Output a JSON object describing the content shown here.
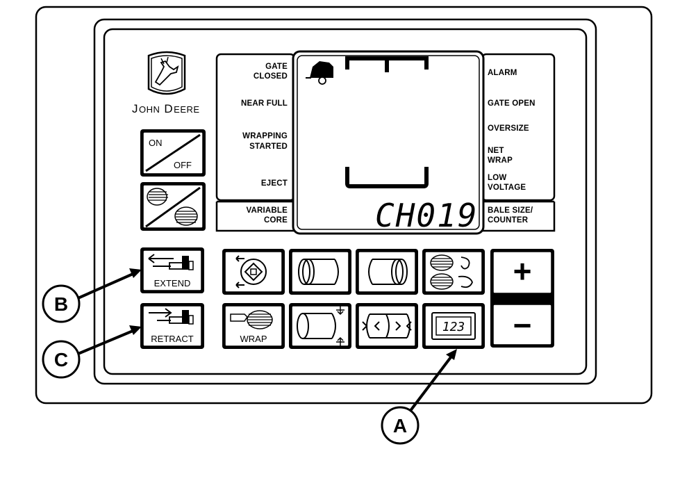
{
  "brand": {
    "name_first_letter": "J",
    "name_first_rest": "OHN",
    "name_second_letter": "D",
    "name_second_rest": "EERE"
  },
  "left_labels": {
    "gate_closed_1": "GATE",
    "gate_closed_2": "CLOSED",
    "near_full": "NEAR FULL",
    "wrapping_started_1": "WRAPPING",
    "wrapping_started_2": "STARTED",
    "eject": "EJECT",
    "variable_core_1": "VARIABLE",
    "variable_core_2": "CORE"
  },
  "right_labels": {
    "alarm": "ALARM",
    "gate_open": "GATE OPEN",
    "oversize": "OVERSIZE",
    "net_wrap_1": "NET",
    "net_wrap_2": "WRAP",
    "low_voltage_1": "LOW",
    "low_voltage_2": "VOLTAGE",
    "bale_size_1": "BALE SIZE/",
    "bale_size_2": "COUNTER"
  },
  "display": {
    "readout": "CH019"
  },
  "buttons": {
    "on_label": "ON",
    "off_label": "OFF",
    "extend_label": "EXTEND",
    "retract_label": "RETRACT",
    "wrap_label": "WRAP",
    "plus_label": "+",
    "minus_label": "−",
    "counter_readout": "123"
  },
  "callouts": {
    "a": "A",
    "b": "B",
    "c": "C"
  }
}
